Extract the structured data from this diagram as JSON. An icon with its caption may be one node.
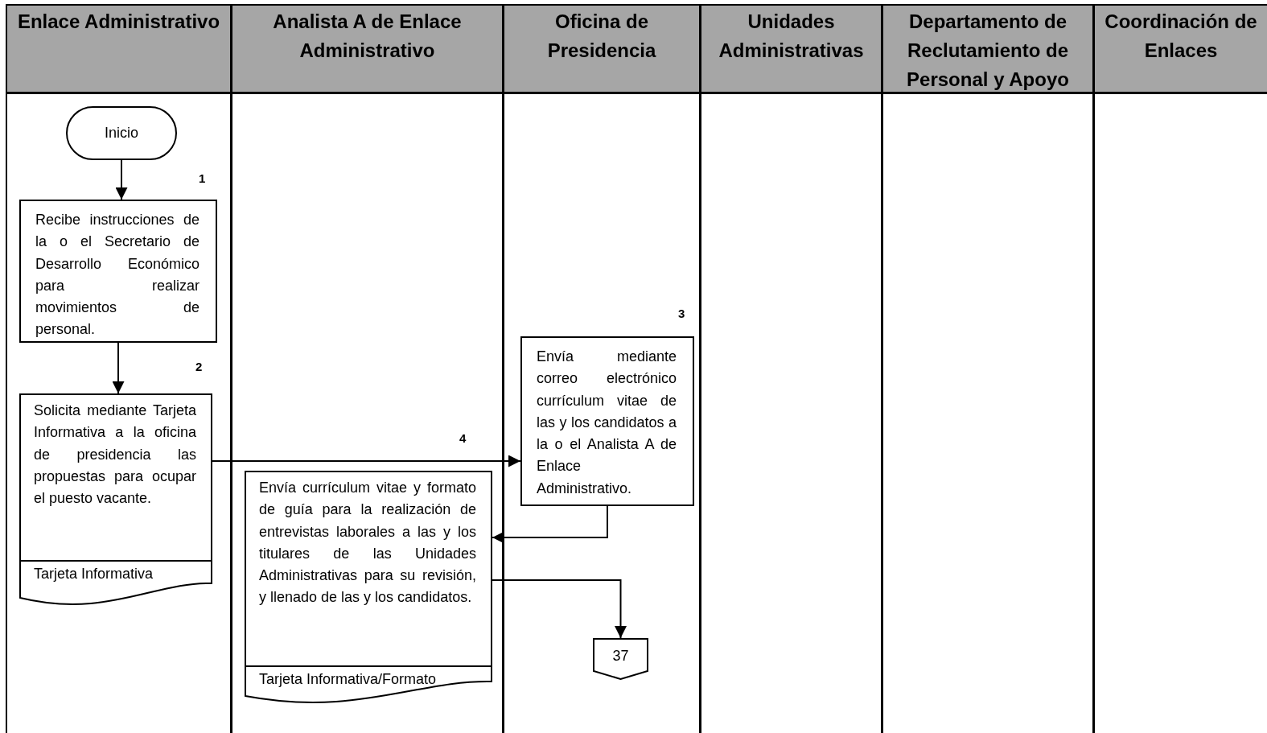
{
  "diagram": {
    "nodes": [
      {
        "text": [
          "Enlace Administrativo"
        ]
      },
      {
        "text": [
          "Analista A de Enlace Administrativo"
        ]
      },
      {
        "text": [
          "Oficina de Presidencia"
        ]
      },
      {
        "text": [
          "Unidades Administrativas"
        ]
      },
      {
        "text": [
          "Departamento de Reclutamiento de Personal y Apoyo"
        ]
      },
      {
        "text": [
          "Coordinación de Enlaces"
        ]
      },
      {
        "text": [
          "Inicio"
        ],
        "in": 0
      },
      {
        "text": [
          "Recibe instrucciones de la o el Secretario de Desarrollo Económico para realizar movimientos de personal."
        ],
        "in": 0,
        "beside": [
          "1"
        ]
      },
      {
        "text": [
          "Solicita mediante Tarjeta Informativa a la oficina de presidencia las propuestas para ocupar el puesto vacante.",
          "Tarjeta Informativa"
        ],
        "in": 0,
        "beside": [
          "2"
        ]
      },
      {
        "text": [
          "Envía mediante correo electrónico currículum vitae de las y los candidatos a la o el Analista A de Enlace Administrativo."
        ],
        "in": 2,
        "beside": [
          "3"
        ]
      },
      {
        "text": [
          "Envía currículum vitae y formato de guía para la realización de entrevistas laborales a las y los titulares de las Unidades Administrativas para su revisión, y llenado de las y los candidatos.",
          "Tarjeta Informativa/Formato"
        ],
        "in": 1,
        "beside": [
          "4"
        ]
      },
      {
        "text": [
          "37"
        ],
        "in": 2
      }
    ],
    "edges": [
      {
        "from": 6,
        "to": 7,
        "arrow": "to"
      },
      {
        "from": 7,
        "to": 8,
        "arrow": "to"
      },
      {
        "from": 8,
        "to": 9,
        "arrow": "to"
      },
      {
        "from": 9,
        "to": 10,
        "arrow": "to"
      },
      {
        "from": 10,
        "to": 11,
        "arrow": "to"
      }
    ]
  }
}
